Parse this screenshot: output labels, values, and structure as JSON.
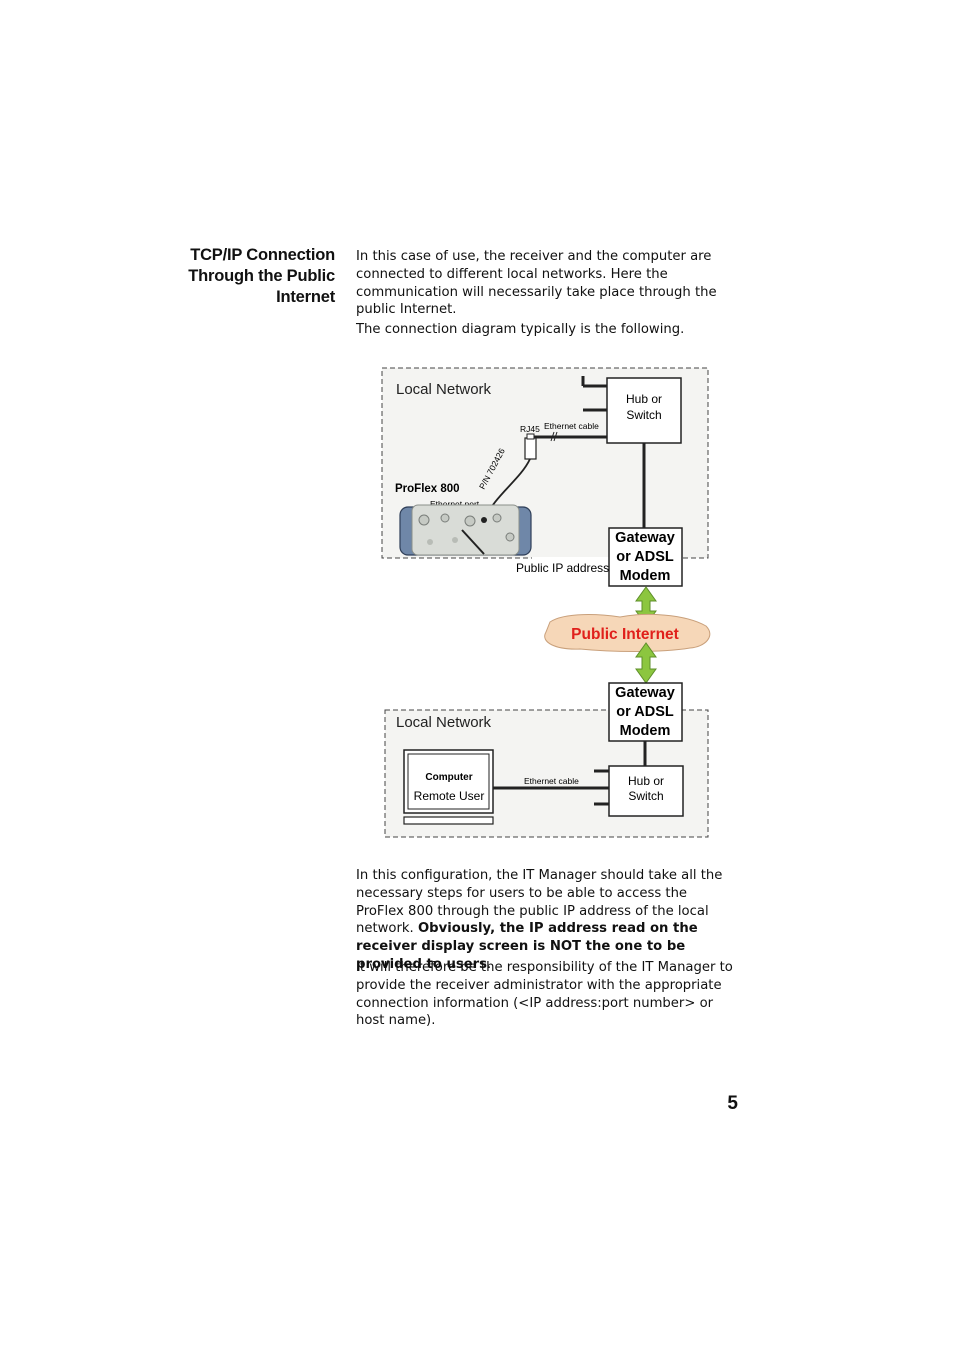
{
  "heading": {
    "line1": "TCP/IP Connection",
    "line2": "Through the Public",
    "line3": "Internet"
  },
  "intro": {
    "p1": "In this case of use, the receiver and the computer are connected to different local networks. Here the communication will necessarily take place through the public Internet.",
    "p2": "The connection diagram typically is the following."
  },
  "diagram": {
    "top_network_label": "Local Network",
    "top_hub_line1": "Hub or",
    "top_hub_line2": "Switch",
    "rj45": "RJ45",
    "ethernet_cable": "Ethernet cable",
    "part_number": "P/N 702426",
    "device_name": "ProFlex 800",
    "ethernet_port": "Ethernet port",
    "public_ip": "Public IP address",
    "gateway_line1": "Gateway",
    "gateway_line2": "or ADSL",
    "gateway_line3": "Modem",
    "cloud_label": "Public Internet",
    "bottom_network_label": "Local Network",
    "computer_title": "Computer",
    "computer_user": "Remote User",
    "bottom_cable": "Ethernet cable",
    "bottom_hub_line1": "Hub or",
    "bottom_hub_line2": "Switch",
    "colors": {
      "arrow": "#8cc63f",
      "cloud_fill": "#f6d7b8",
      "cloud_text": "#e0201b",
      "network_bg": "#f4f4f2"
    }
  },
  "body": {
    "p3_normal": "In this configuration, the IT Manager should take all the necessary steps for users to be able to access the ProFlex 800 through the public IP address of the local network.",
    "p3_bold": "Obviously, the IP address read on the receiver display screen is NOT the one to be provided to users",
    "p3_end": ".",
    "p4": "It will therefore be the responsibility of the IT Manager to provide the receiver administrator with the appropriate connection information (<IP address:port number> or host name)."
  },
  "page_number": "5"
}
